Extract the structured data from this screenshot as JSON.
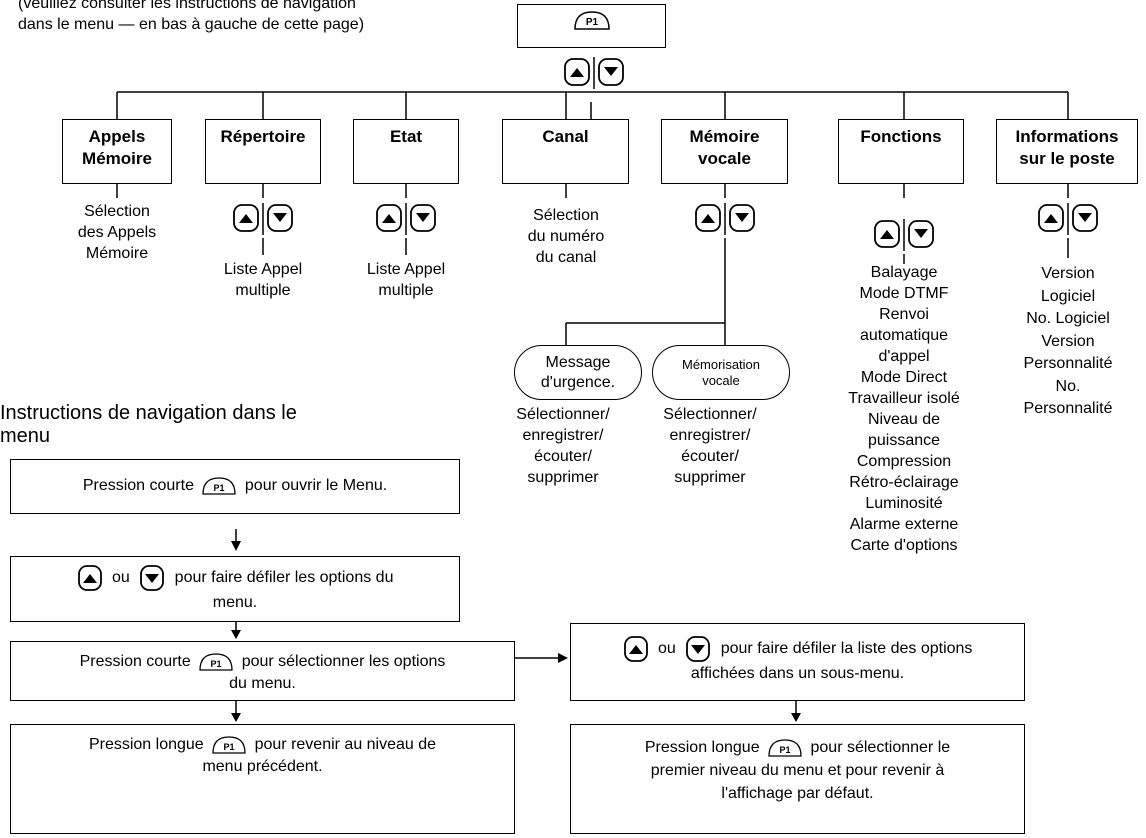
{
  "note": "(veuillez consulter les instructions de navigation\ndans le menu — en bas à gauche de cette page)",
  "top_key": "P1",
  "categories": [
    {
      "label": "Appels\nMémoire"
    },
    {
      "label": "Répertoire"
    },
    {
      "label": "Etat"
    },
    {
      "label": "Canal"
    },
    {
      "label": "Mémoire\nvocale"
    },
    {
      "label": "Fonctions"
    },
    {
      "label": "Informations\nsur le poste"
    }
  ],
  "sub": {
    "appels": "Sélection\ndes Appels\nMémoire",
    "repertoire": "Liste Appel\nmultiple",
    "etat": "Liste Appel\nmultiple",
    "canal": "Sélection\ndu numéro\ndu canal",
    "fonctions": "Balayage\nMode DTMF\nRenvoi\nautomatique\nd'appel\nMode Direct\nTravailleur isolé\nNiveau de\npuissance\nCompression\nRétro-éclairage\nLuminosité\nAlarme externe\nCarte d'options",
    "info": "Version\nLogiciel\nNo. Logiciel\nVersion\nPersonnalité\nNo.\nPersonnalité"
  },
  "vocale": {
    "msg_label": "Message\nd'urgence.",
    "memo_label": "Mémorisation\nvocale",
    "msg_actions": "Sélectionner/\nenregistrer/\nécouter/\nsupprimer",
    "memo_actions": "Sélectionner/\nenregistrer/\nécouter/\nsupprimer"
  },
  "instructions": {
    "title": "Instructions de navigation dans le\nmenu",
    "step1": {
      "a": "Pression courte",
      "b": "pour ouvrir le Menu."
    },
    "step2": {
      "ou": "ou",
      "b": "pour faire défiler les options du",
      "c": "menu."
    },
    "step3": {
      "a": "Pression courte",
      "b": "pour sélectionner les options",
      "c": "du menu."
    },
    "step4": {
      "a": "Pression longue",
      "b": "pour revenir au niveau de",
      "c": "menu précédent."
    },
    "step5": {
      "ou": "ou",
      "b": "pour faire défiler la liste des options",
      "c": "affichées dans un sous-menu."
    },
    "step6": {
      "a": "Pression longue",
      "b": "pour sélectionner le",
      "c": "premier niveau du menu et pour revenir à",
      "d": "l'affichage par défaut."
    }
  }
}
